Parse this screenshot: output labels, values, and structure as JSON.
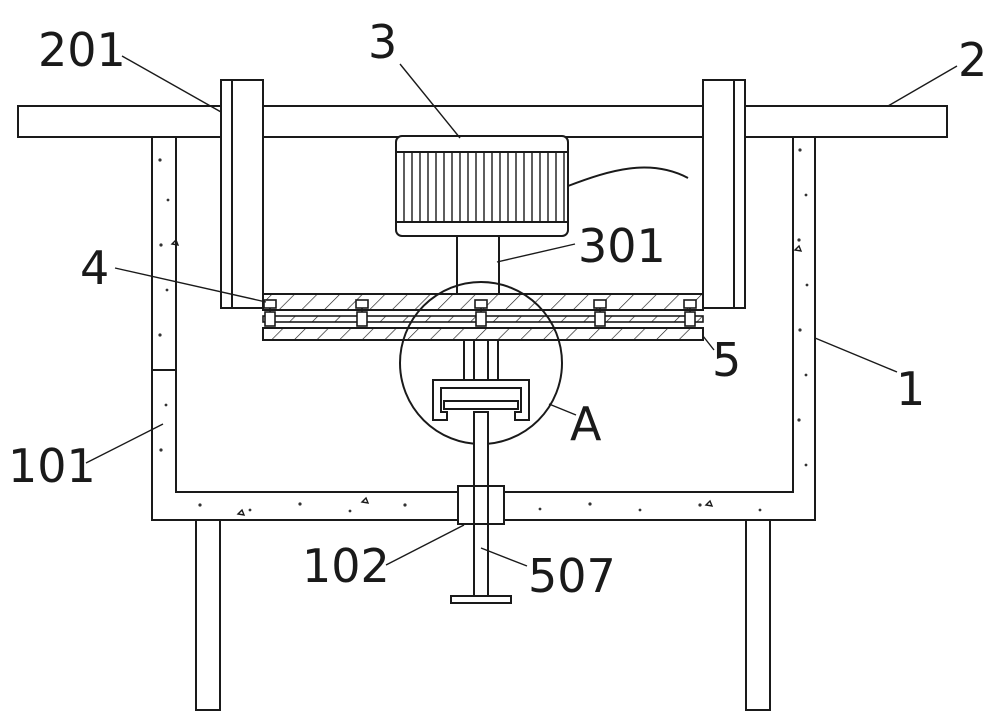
{
  "diagram": {
    "labels": {
      "tank": "1",
      "tank_side_wall": "101",
      "bottom_sleeve": "102",
      "top_plate": "2",
      "guide_rail": "201",
      "motor": "3",
      "motor_shaft": "301",
      "clamp_plate": "4",
      "adjust_assembly": "5",
      "bottom_rod": "507",
      "detail_view": "A"
    },
    "colors": {
      "line": "#1a1a1a",
      "background": "#ffffff"
    }
  }
}
